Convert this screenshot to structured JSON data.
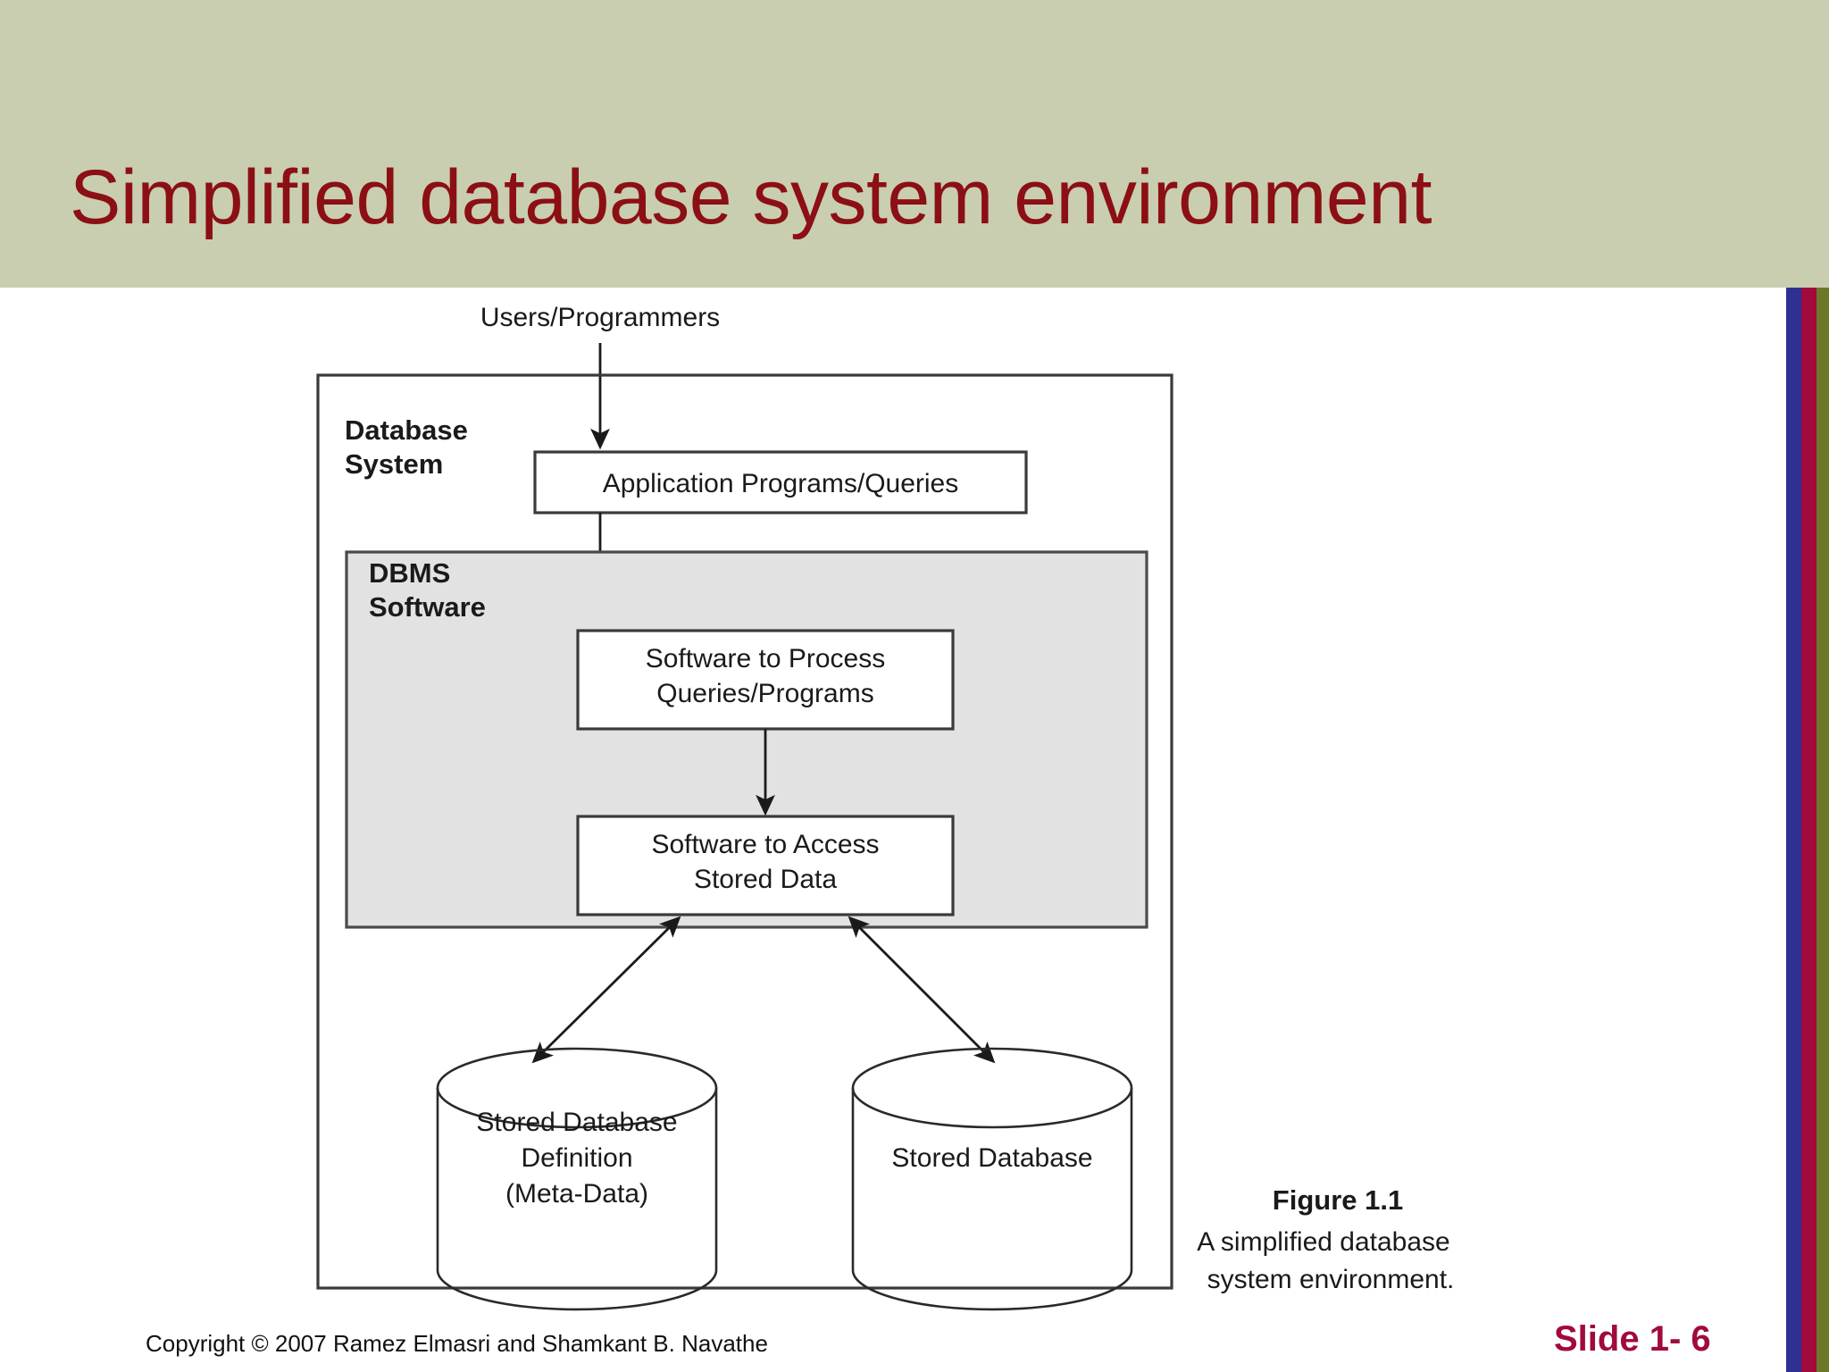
{
  "slide": {
    "title": "Simplified database system environment",
    "title_color": "#8b0f14",
    "band_color": "#c9ceb0",
    "copyright": "Copyright © 2007 Ramez Elmasri and Shamkant B. Navathe",
    "slide_number": "Slide 1- 6",
    "slide_number_color": "#a10a3c"
  },
  "accent_bars": [
    {
      "name": "blue",
      "color": "#2e3192"
    },
    {
      "name": "red",
      "color": "#a10a3c"
    },
    {
      "name": "olive",
      "color": "#6b7828"
    }
  ],
  "diagram": {
    "top_label": "Users/Programmers",
    "outer_box_label_line1": "Database",
    "outer_box_label_line2": "System",
    "gray_box_label_line1": "DBMS",
    "gray_box_label_line2": "Software",
    "gray_box_color": "#e2e2e2",
    "boxes": [
      {
        "id": "app-programs",
        "label": "Application Programs/Queries"
      },
      {
        "id": "process-queries",
        "line1": "Software to Process",
        "line2": "Queries/Programs"
      },
      {
        "id": "access-data",
        "line1": "Software to Access",
        "line2": "Stored Data"
      }
    ],
    "cylinders": [
      {
        "id": "stored-db-definition",
        "line1": "Stored Database",
        "line2": "Definition",
        "line3": "(Meta-Data)"
      },
      {
        "id": "stored-database",
        "line1": "Stored Database"
      }
    ],
    "caption": {
      "title": "Figure 1.1",
      "line1": "A simplified database",
      "line2": "system environment."
    }
  }
}
